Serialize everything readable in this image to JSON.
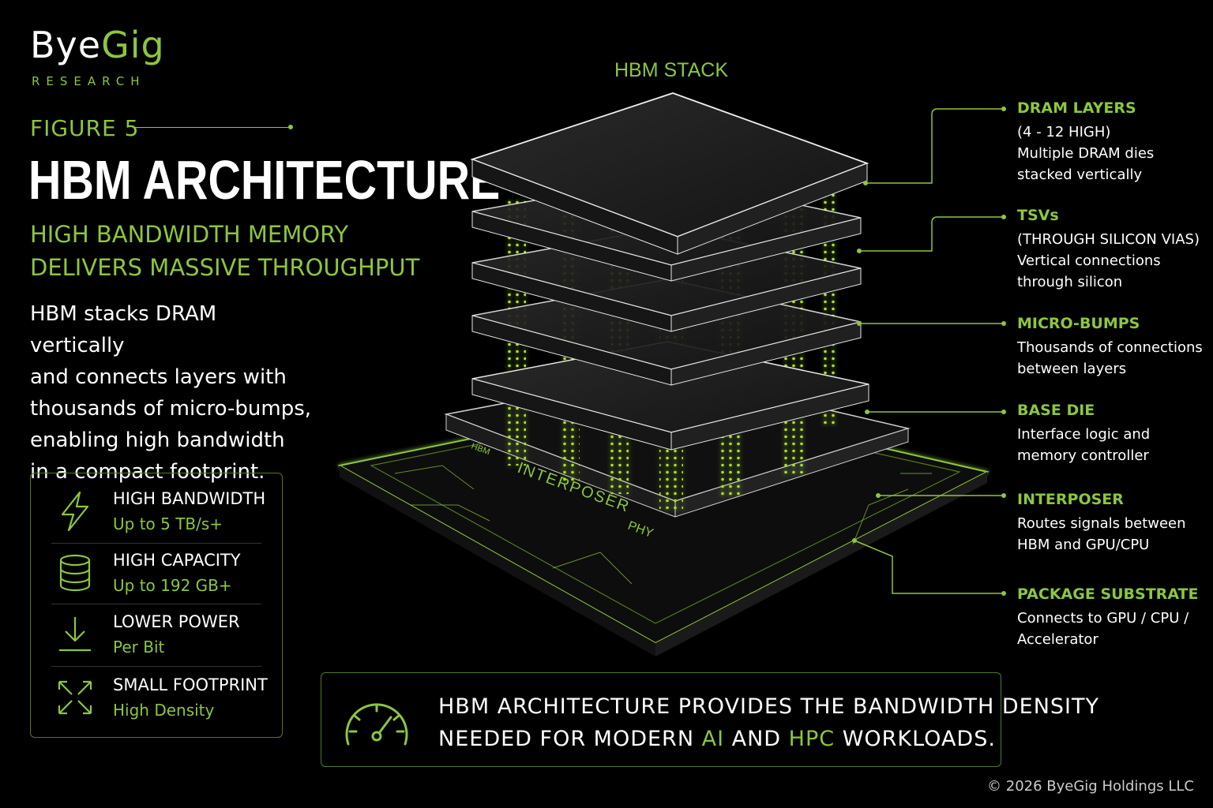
{
  "brand": {
    "word_part1": "Bye",
    "word_part2": "Gig",
    "subtitle": "RESEARCH"
  },
  "figure": {
    "label": "FIGURE 5",
    "title": "HBM ARCHITECTURE",
    "subtitle_line1": "HIGH BANDWIDTH MEMORY",
    "subtitle_line2": "DELIVERS MASSIVE THROUGHPUT"
  },
  "description": [
    "HBM stacks DRAM vertically",
    "and connects layers with",
    "thousands of micro-bumps,",
    "enabling high bandwidth",
    "in a compact footprint."
  ],
  "features": [
    {
      "icon": "lightning-icon",
      "title": "HIGH BANDWIDTH",
      "detail": "Up to 5 TB/s+"
    },
    {
      "icon": "database-icon",
      "title": "HIGH CAPACITY",
      "detail": "Up to 192 GB+"
    },
    {
      "icon": "arrow-down-icon",
      "title": "LOWER POWER",
      "detail": "Per Bit"
    },
    {
      "icon": "expand-arrows-icon",
      "title": "SMALL FOOTPRINT",
      "detail": "High Density"
    }
  ],
  "diagram": {
    "stack_title": "HBM STACK",
    "interposer_label": "INTERPOSER",
    "phy_label": "PHY",
    "base_chip_label": "HBM"
  },
  "callouts": [
    {
      "title": "DRAM LAYERS",
      "lines": [
        "(4 - 12 HIGH)",
        "Multiple DRAM dies",
        "stacked vertically"
      ]
    },
    {
      "title": "TSVs",
      "lines": [
        "(THROUGH SILICON VIAS)",
        "Vertical connections",
        "through silicon"
      ]
    },
    {
      "title": "MICRO-BUMPS",
      "lines": [
        "Thousands of connections",
        "between layers"
      ]
    },
    {
      "title": "BASE DIE",
      "lines": [
        "Interface logic and",
        "memory controller"
      ]
    },
    {
      "title": "INTERPOSER",
      "lines": [
        "Routes signals between",
        "HBM and GPU/CPU"
      ]
    },
    {
      "title": "PACKAGE SUBSTRATE",
      "lines": [
        "Connects to GPU / CPU /",
        "Accelerator"
      ]
    }
  ],
  "banner": {
    "line1": "HBM ARCHITECTURE PROVIDES THE BANDWIDTH DENSITY",
    "line2_a": "NEEDED FOR MODERN ",
    "line2_hl1": "AI",
    "line2_b": " AND ",
    "line2_hl2": "HPC",
    "line2_c": " WORKLOADS."
  },
  "copyright": "© 2026 ByeGig Holdings LLC",
  "colors": {
    "accent": "#8cc63f",
    "background": "#000000",
    "text": "#ffffff"
  }
}
